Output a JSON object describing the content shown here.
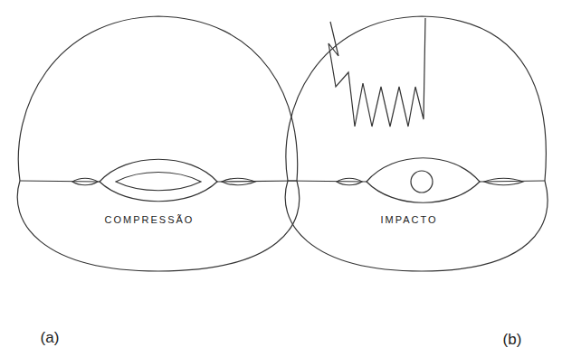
{
  "diagram": {
    "labels": [
      "COMPRESSÃO",
      "IMPACTO",
      "(a)",
      "(b)"
    ]
  }
}
